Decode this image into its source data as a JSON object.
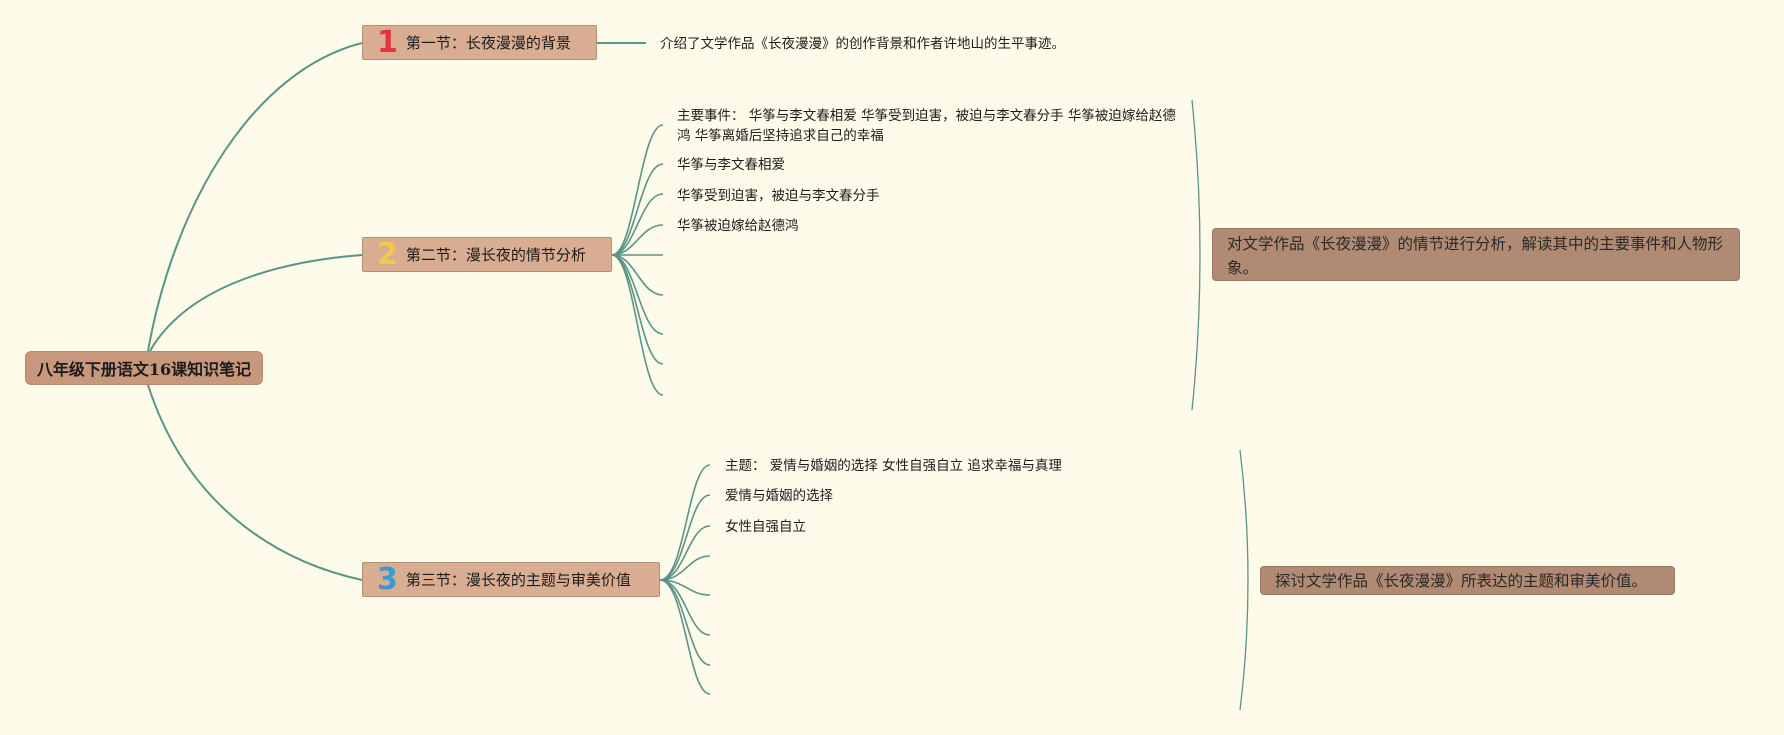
{
  "root": {
    "label": "八年级下册语文16课知识笔记"
  },
  "sections": [
    {
      "num": "1",
      "label": "第一节：长夜漫漫的背景"
    },
    {
      "num": "2",
      "label": "第二节：漫长夜的情节分析"
    },
    {
      "num": "3",
      "label": "第三节：漫长夜的主题与审美价值"
    }
  ],
  "section1": {
    "desc": "介绍了文学作品《长夜漫漫》的创作背景和作者许地山的生平事迹。"
  },
  "section2": {
    "items": [
      "主要事件： 华筝与李文春相爱 华筝受到迫害，被迫与李文春分手 华筝被迫嫁给赵德鸿 华筝离婚后坚持追求自己的幸福",
      "华筝与李文春相爱",
      "华筝受到迫害，被迫与李文春分手",
      "华筝被迫嫁给赵德鸿"
    ],
    "summary": "对文学作品《长夜漫漫》的情节进行分析，解读其中的主要事件和人物形象。"
  },
  "section3": {
    "items": [
      "主题： 爱情与婚姻的选择 女性自强自立 追求幸福与真理",
      "爱情与婚姻的选择",
      "女性自强自立"
    ],
    "summary": "探讨文学作品《长夜漫漫》所表达的主题和审美价值。"
  },
  "colors": {
    "background": "#fffbea",
    "line": "#5a9486",
    "root": "#c8987c",
    "section": "#d9ad92",
    "summary": "#b08a72"
  }
}
